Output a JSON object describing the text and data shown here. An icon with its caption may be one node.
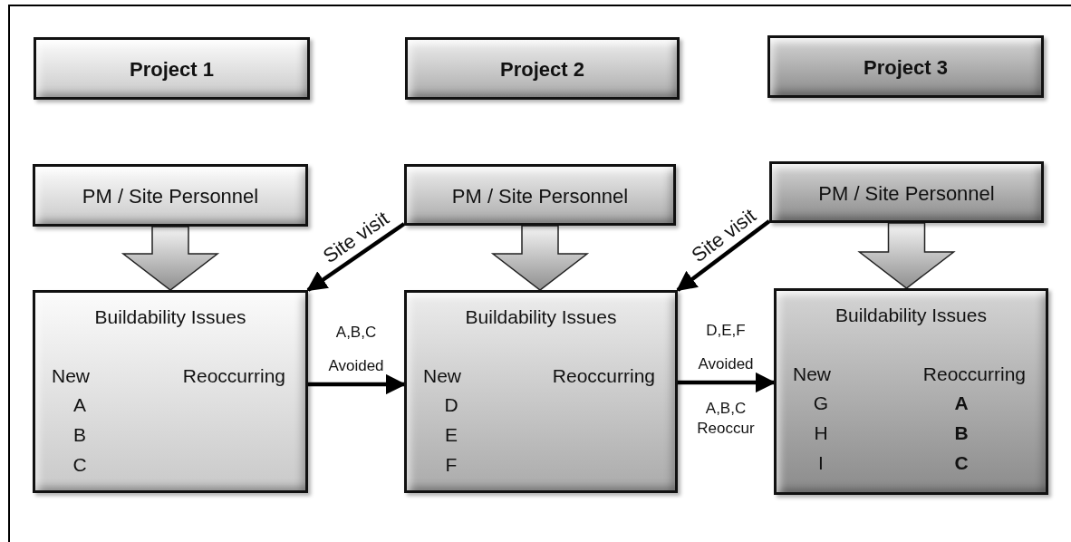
{
  "diagram": {
    "nodes": [
      {
        "text": [
          "Project 1"
        ]
      },
      {
        "text": [
          "Project 2"
        ]
      },
      {
        "text": [
          "Project 3"
        ]
      },
      {
        "text": [
          "PM / Site Personnel"
        ]
      },
      {
        "text": [
          "PM / Site Personnel"
        ]
      },
      {
        "text": [
          "PM / Site Personnel"
        ]
      },
      {
        "text": [
          "Buildability Issues",
          "New",
          "Reoccurring",
          "A",
          "B",
          "C"
        ]
      },
      {
        "text": [
          "Buildability Issues",
          "New",
          "Reoccurring",
          "D",
          "E",
          "F"
        ]
      },
      {
        "text": [
          "Buildability Issues",
          "New",
          "Reoccurring",
          "G",
          "H",
          "I",
          "A",
          "B",
          "C"
        ]
      }
    ],
    "edges": [
      {
        "from": 3,
        "to": 6,
        "arrow": "to",
        "style": "thick"
      },
      {
        "from": 4,
        "to": 7,
        "arrow": "to",
        "style": "thick"
      },
      {
        "from": 5,
        "to": 8,
        "arrow": "to",
        "style": "thick"
      },
      {
        "from": 4,
        "to": 6,
        "arrow": "to",
        "label": "Site visit"
      },
      {
        "from": 5,
        "to": 7,
        "arrow": "to",
        "label": "Site visit"
      },
      {
        "from": 6,
        "to": 7,
        "arrow": "to",
        "label": "A,B,C Avoided"
      },
      {
        "from": 7,
        "to": 8,
        "arrow": "to",
        "label": "D,E,F Avoided"
      }
    ],
    "labels": [
      "A,B,C Reoccur"
    ]
  }
}
